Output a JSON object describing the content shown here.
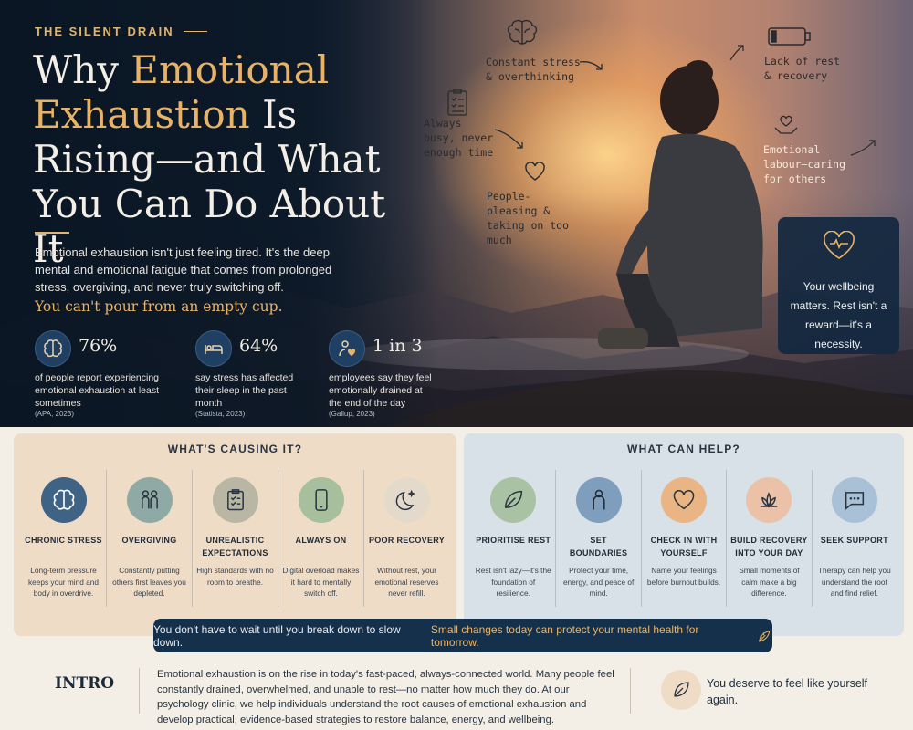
{
  "hero": {
    "eyebrow": "THE SILENT DRAIN",
    "title": {
      "part1": "Why ",
      "accent1": "Emotional Exhaustion",
      "part2": " Is Rising—and What You Can Do About It"
    },
    "lead": "Emotional exhaustion isn't just feeling tired. It's the deep mental and emotional fatigue that comes from prolonged stress, overgiving, and never truly switching off.",
    "tagline": "You can't pour from an empty cup.",
    "stats": [
      {
        "icon": "brain-icon",
        "value": "76%",
        "text": "of people report experiencing emotional exhaustion at least sometimes",
        "source": "(APA, 2023)"
      },
      {
        "icon": "bed-icon",
        "value": "64%",
        "text": "say stress has affected their sleep in the past month",
        "source": "(Statista, 2023)"
      },
      {
        "icon": "person-heart-icon",
        "value": "1 in 3",
        "text": "employees say they feel emotionally drained at the end of the day",
        "source": "(Gallup, 2023)"
      }
    ],
    "callouts": {
      "stress": "Constant stress & overthinking",
      "busy": "Always busy, never enough time",
      "pleasing": "People-pleasing & taking on too much",
      "rest": "Lack of rest & recovery",
      "labour": "Emotional labour—caring for others"
    },
    "wellbeing_card": "Your wellbeing matters. Rest isn't a reward—it's a necessity."
  },
  "causes": {
    "title": "WHAT'S CAUSING IT?",
    "items": [
      {
        "icon": "brain-icon",
        "title": "CHRONIC STRESS",
        "desc": "Long-term pressure keeps your mind and body in overdrive.",
        "color": "#3e6384"
      },
      {
        "icon": "people-icon",
        "title": "OVERGIVING",
        "desc": "Constantly putting others first leaves you depleted.",
        "color": "#8faaa4"
      },
      {
        "icon": "checklist-icon",
        "title": "UNREALISTIC EXPECTATIONS",
        "desc": "High standards with no room to breathe.",
        "color": "#b9b7a4"
      },
      {
        "icon": "phone-icon",
        "title": "ALWAYS ON",
        "desc": "Digital overload makes it hard to mentally switch off.",
        "color": "#a8bf9e"
      },
      {
        "icon": "moon-icon",
        "title": "POOR RECOVERY",
        "desc": "Without rest, your emotional reserves never refill.",
        "color": "#e3dacb"
      }
    ]
  },
  "helps": {
    "title": "WHAT CAN HELP?",
    "items": [
      {
        "icon": "leaf-icon",
        "title": "PRIORITISE REST",
        "desc": "Rest isn't lazy—it's the foundation of resilience.",
        "color": "#a9c2a3"
      },
      {
        "icon": "person-icon",
        "title": "SET BOUNDARIES",
        "desc": "Protect your time, energy, and peace of mind.",
        "color": "#7f9ebd"
      },
      {
        "icon": "heart-icon",
        "title": "CHECK IN WITH YOURSELF",
        "desc": "Name your feelings before burnout builds.",
        "color": "#e9b584"
      },
      {
        "icon": "lotus-icon",
        "title": "BUILD RECOVERY INTO YOUR DAY",
        "desc": "Small moments of calm make a big difference.",
        "color": "#ebc2a8"
      },
      {
        "icon": "chat-icon",
        "title": "SEEK SUPPORT",
        "desc": "Therapy can help you understand the root and find relief.",
        "color": "#a9c1d6"
      }
    ]
  },
  "banner": {
    "text": "You don't have to wait until you break down to slow down.",
    "highlight": "Small changes today can protect your mental health for tomorrow."
  },
  "footer": {
    "heading": "INTRO",
    "paragraph": "Emotional exhaustion is on the rise in today's fast-paced, always-connected world. Many people feel constantly drained, overwhelmed, and unable to rest—no matter how much they do. At our psychology clinic, we help individuals understand the root causes of emotional exhaustion and develop practical, evidence-based strategies to restore balance, energy, and wellbeing.",
    "side_text": "You deserve to feel like yourself again."
  }
}
